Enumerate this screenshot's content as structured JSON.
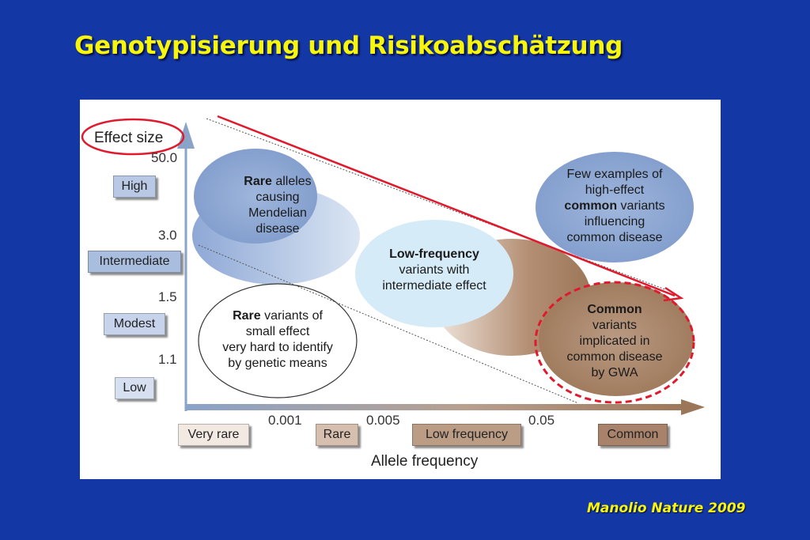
{
  "slide": {
    "title": "Genotypisierung und Risikoabschätzung",
    "citation": "Manolio Nature 2009"
  },
  "diagram": {
    "y_axis_title": "Effect size",
    "x_axis_title": "Allele frequency",
    "y_ticks": [
      "50.0",
      "3.0",
      "1.5",
      "1.1"
    ],
    "x_ticks": [
      "0.001",
      "0.005",
      "0.05"
    ],
    "effect_categories": [
      "High",
      "Intermediate",
      "Modest",
      "Low"
    ],
    "frequency_categories": [
      "Very rare",
      "Rare",
      "Low frequency",
      "Common"
    ],
    "blobs": {
      "rare_mendelian": {
        "bold": "Rare",
        "line1_rest": " alleles",
        "line2": "causing",
        "line3": "Mendelian",
        "line4": "disease"
      },
      "low_frequency": {
        "bold": "Low-frequency",
        "line2": "variants with",
        "line3": "intermediate effect"
      },
      "few_examples": {
        "line1": "Few examples of",
        "line2": "high-effect",
        "bold": "common",
        "line3_rest": " variants",
        "line4": "influencing",
        "line5": "common disease"
      },
      "rare_small": {
        "bold": "Rare",
        "line1_rest": " variants of",
        "line2": "small effect",
        "line3": "very hard to identify",
        "line4": "by genetic means"
      },
      "common_gwa": {
        "bold": "Common",
        "line2": "variants",
        "line3": "implicated in",
        "line4": "common disease",
        "line5": "by GWA"
      }
    },
    "colors": {
      "blue_blob": "#8fa8d4",
      "light_blue_blob": "#d3e9f7",
      "brown_blob": "#a8826a",
      "annotation_red": "#e0192c",
      "axis": "#8aa3c9"
    }
  }
}
